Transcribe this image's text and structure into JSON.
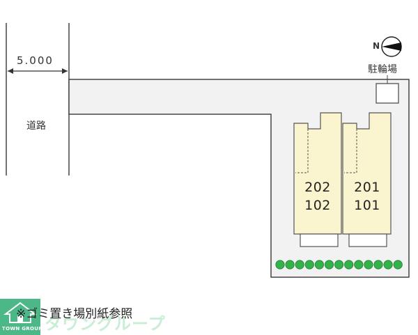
{
  "road": {
    "label": "道路",
    "width": "5.000"
  },
  "compass": {
    "letter": "N"
  },
  "parking": {
    "label": "駐輪場"
  },
  "units": [
    {
      "upper": "202",
      "lower": "102"
    },
    {
      "upper": "201",
      "lower": "101"
    }
  ],
  "garbage_note": "※ゴミ置き場別紙参照",
  "brand": {
    "name": "タウングループ",
    "sub": "TOWN GROUP"
  },
  "colors": {
    "building": "#fbf5cf",
    "shrub": "#33b14a",
    "logo": "#4db887",
    "outline": "#444444"
  }
}
